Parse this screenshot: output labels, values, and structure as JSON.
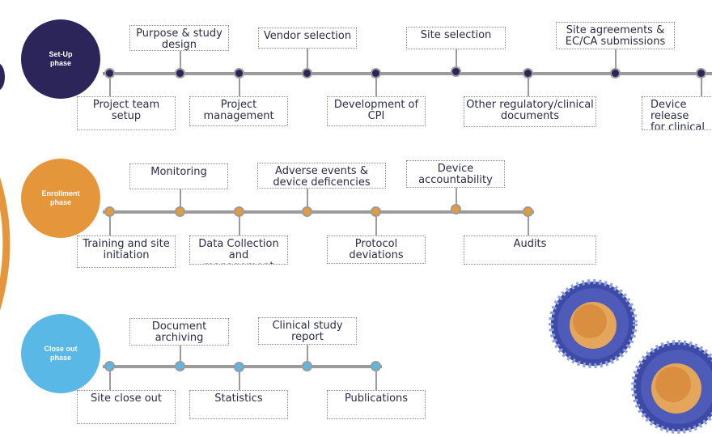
{
  "phases": {
    "setup": {
      "label": "Set-Up\nphase",
      "color": "#2b2559"
    },
    "enrollment": {
      "label": "Enrollment\nphase",
      "color": "#e6963a"
    },
    "closeout": {
      "label": "Close out\nphase",
      "color": "#5ab8e6"
    }
  },
  "setup_items": {
    "project_team_setup": "Project team\nsetup",
    "purpose_study_design": "Purpose & study\ndesign",
    "project_management": "Project\nmanagement",
    "vendor_selection": "Vendor selection",
    "development_cpi": "Development of\nCPI",
    "site_selection": "Site selection",
    "other_regulatory": "Other regulatory/clinical\ndocuments",
    "site_agreements": "Site agreements &\nEC/CA submissions",
    "device_release": "Device release\nfor clinical study"
  },
  "enrollment_items": {
    "training_site_initiation": "Training and site\ninitiation",
    "monitoring": "Monitoring",
    "data_collection": "Data Collection\nand\nmanagement",
    "adverse_events": "Adverse events &\ndevice deficencies",
    "protocol_deviations": "Protocol\ndeviations",
    "device_accountability": "Device\naccountability",
    "audits": "Audits"
  },
  "closeout_items": {
    "site_close_out": "Site close out",
    "document_archiving": "Document\narchiving",
    "statistics": "Statistics",
    "clinical_study_report": "Clinical study\nreport",
    "publications": "Publications"
  },
  "colors": {
    "navy": "#2b2559",
    "orange": "#e69a3a",
    "light_blue": "#5ab8e6",
    "line_gray": "#9b9b9b",
    "text": "#2b2b4a"
  }
}
